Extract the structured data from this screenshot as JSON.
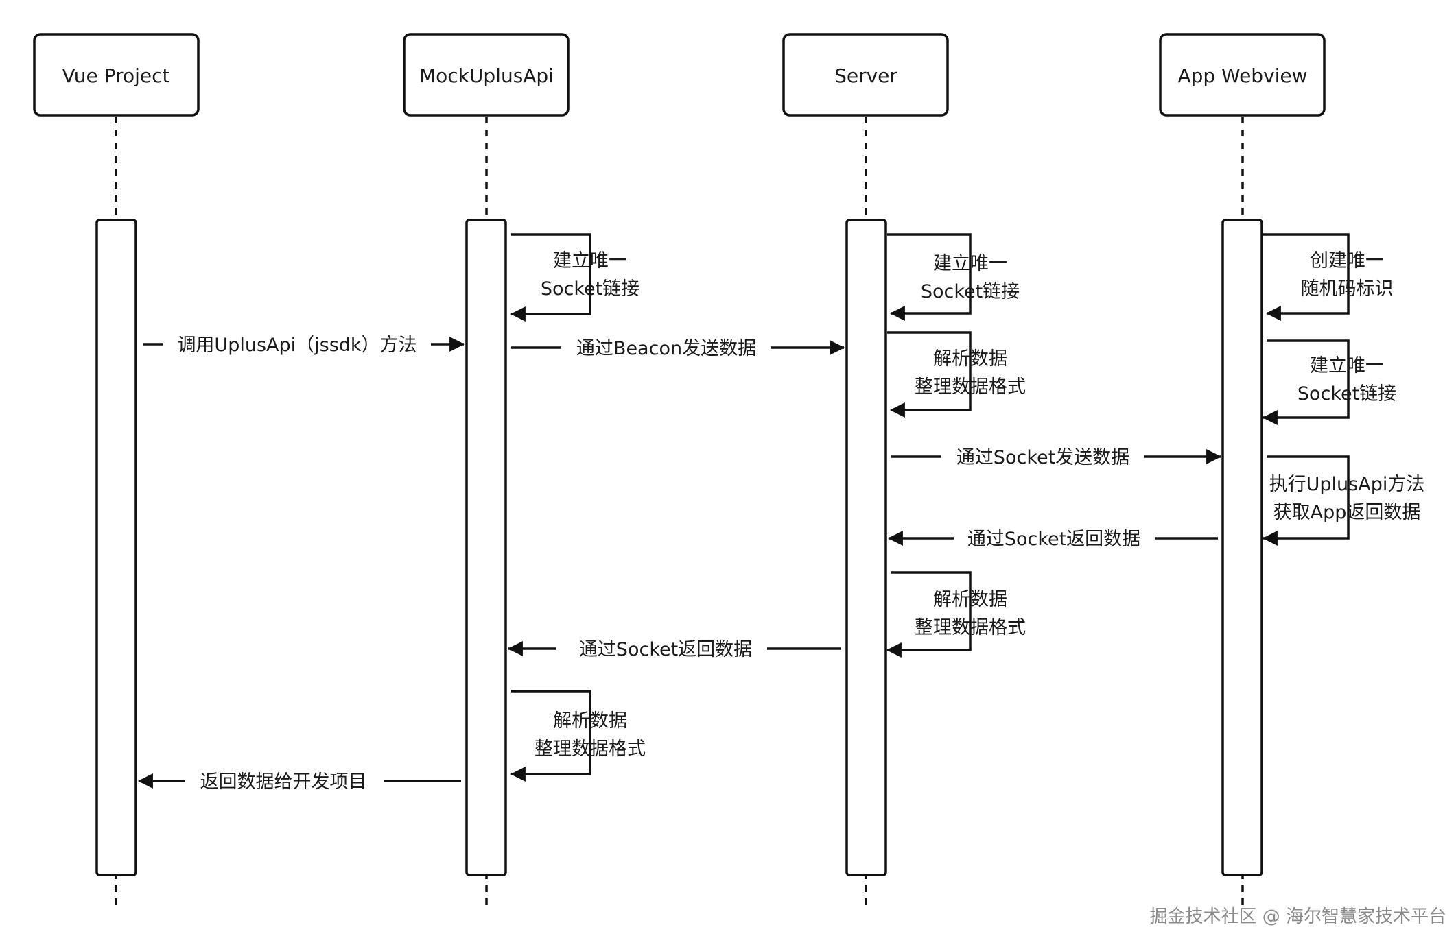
{
  "actors": [
    {
      "id": "vue",
      "label": "Vue Project"
    },
    {
      "id": "mock",
      "label": "MockUplusApi"
    },
    {
      "id": "server",
      "label": "Server"
    },
    {
      "id": "app",
      "label": "App Webview"
    }
  ],
  "messages": [
    {
      "from": "vue",
      "to": "mock",
      "text": "调用UplusApi（jssdk）方法"
    },
    {
      "from": "mock",
      "to": "server",
      "text": "通过Beacon发送数据"
    },
    {
      "from": "server",
      "to": "app",
      "text": "通过Socket发送数据"
    },
    {
      "from": "app",
      "to": "server",
      "text": "通过Socket返回数据"
    },
    {
      "from": "server",
      "to": "mock",
      "text": "通过Socket返回数据"
    },
    {
      "from": "mock",
      "to": "vue",
      "text": "返回数据给开发项目"
    }
  ],
  "self_calls": [
    {
      "actor": "mock",
      "lines": [
        "建立唯一",
        "Socket链接"
      ]
    },
    {
      "actor": "mock",
      "lines": [
        "解析数据",
        "整理数据格式"
      ]
    },
    {
      "actor": "server",
      "lines": [
        "建立唯一",
        "Socket链接"
      ]
    },
    {
      "actor": "server",
      "lines": [
        "解析数据",
        "整理数据格式"
      ]
    },
    {
      "actor": "server",
      "lines": [
        "解析数据",
        "整理数据格式"
      ]
    },
    {
      "actor": "app",
      "lines": [
        "创建唯一",
        "随机码标识"
      ]
    },
    {
      "actor": "app",
      "lines": [
        "建立唯一",
        "Socket链接"
      ]
    },
    {
      "actor": "app",
      "lines": [
        "执行UplusApi方法",
        "获取App返回数据"
      ]
    }
  ],
  "watermark": "掘金技术社区 @ 海尔智慧家技术平台",
  "colors": {
    "stroke": "#111111",
    "text": "#1a1a1a",
    "watermark": "#8a8a8a",
    "background": "#ffffff"
  }
}
